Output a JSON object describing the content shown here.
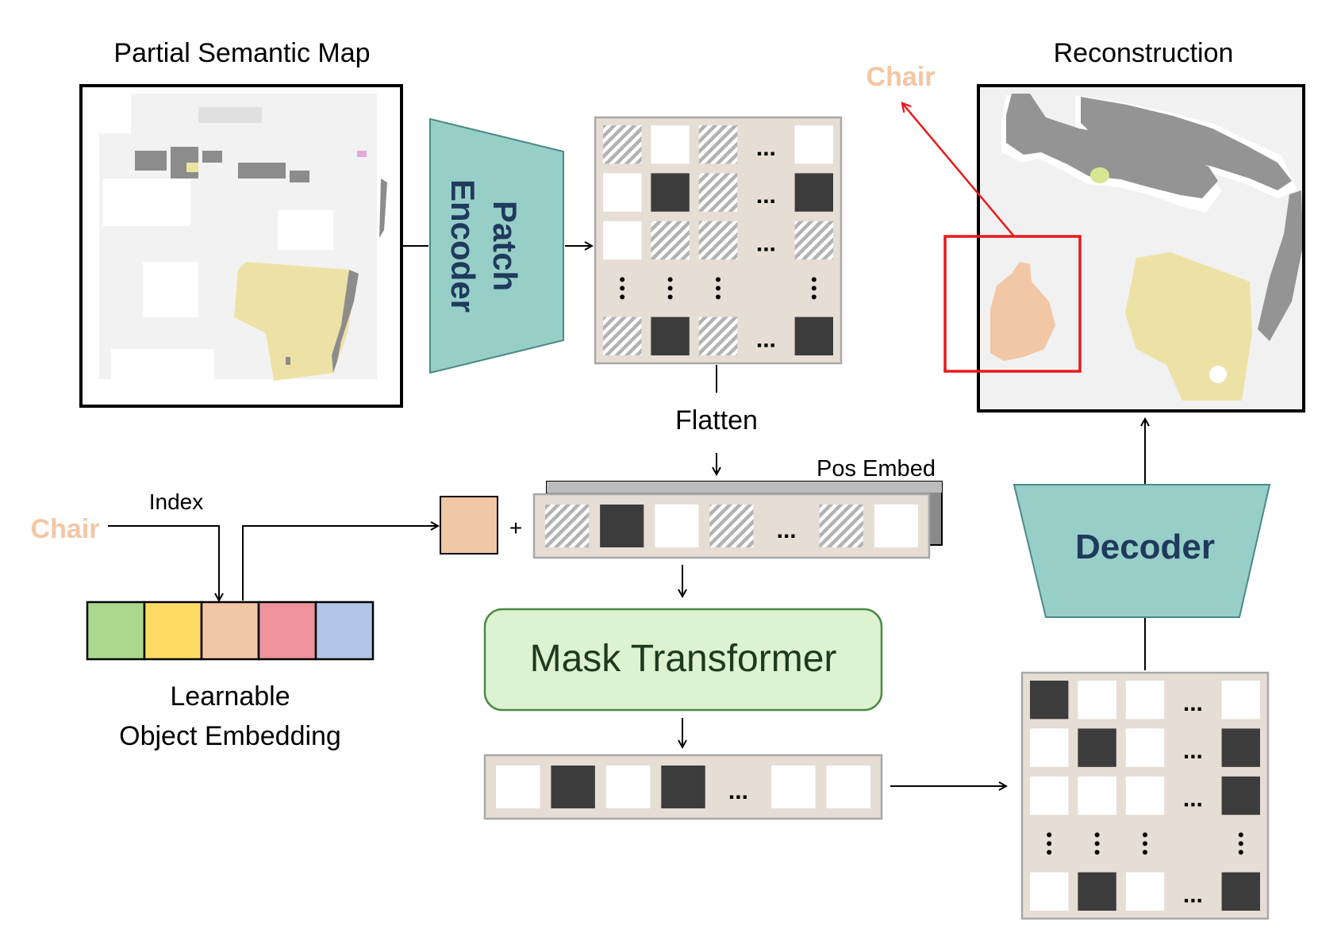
{
  "titles": {
    "partial_map": "Partial Semantic Map",
    "reconstruction": "Reconstruction"
  },
  "labels": {
    "chair_top": "Chair",
    "chair_left": "Chair",
    "index": "Index",
    "flatten": "Flatten",
    "pos_embed": "Pos Embed",
    "plus": "+",
    "learnable_line1": "Learnable",
    "learnable_line2": "Object Embedding"
  },
  "modules": {
    "patch_encoder_line1": "Patch",
    "patch_encoder_line2": "Encoder",
    "decoder": "Decoder",
    "mask_transformer": "Mask Transformer"
  },
  "ellipsis": "...",
  "colors": {
    "teal": "#97cfc8",
    "teal_stroke": "#4a8a86",
    "navy_text": "#1f3a5c",
    "grid_bg": "#e6ddd4",
    "grid_stroke": "#a8a8a8",
    "dark_token": "#3c3c3c",
    "chair": "#f1c7a6",
    "bed": "#ede2a6",
    "wall": "#9a9a9a",
    "floor": "#f1f1f1",
    "red_box": "#e8191c",
    "mask_transformer_fill": "#dcf2d1",
    "mask_transformer_stroke": "#4b8a45"
  },
  "embedding_colors": [
    "#a9d88e",
    "#fddb63",
    "#f1c7a6",
    "#ee939c",
    "#b3c5e6"
  ],
  "encoder_grid": [
    [
      "hatch",
      "white",
      "hatch",
      "dots",
      "white"
    ],
    [
      "white",
      "dark",
      "hatch",
      "dots",
      "dark"
    ],
    [
      "white",
      "hatch",
      "hatch",
      "dots",
      "hatch"
    ],
    [
      "vdots",
      "vdots",
      "vdots",
      "blank",
      "vdots"
    ],
    [
      "hatch",
      "dark",
      "hatch",
      "dots",
      "dark"
    ]
  ],
  "flat_sequence": [
    "hatch",
    "dark",
    "white",
    "hatch",
    "dots",
    "hatch",
    "white"
  ],
  "transformer_output": [
    "white",
    "dark",
    "white",
    "dark",
    "dots",
    "white",
    "white"
  ],
  "output_grid": [
    [
      "dark",
      "white",
      "white",
      "dots",
      "white"
    ],
    [
      "white",
      "dark",
      "white",
      "dots",
      "dark"
    ],
    [
      "white",
      "white",
      "white",
      "dots",
      "dark"
    ],
    [
      "vdots",
      "vdots",
      "vdots",
      "blank",
      "vdots"
    ],
    [
      "white",
      "dark",
      "white",
      "dots",
      "dark"
    ]
  ]
}
